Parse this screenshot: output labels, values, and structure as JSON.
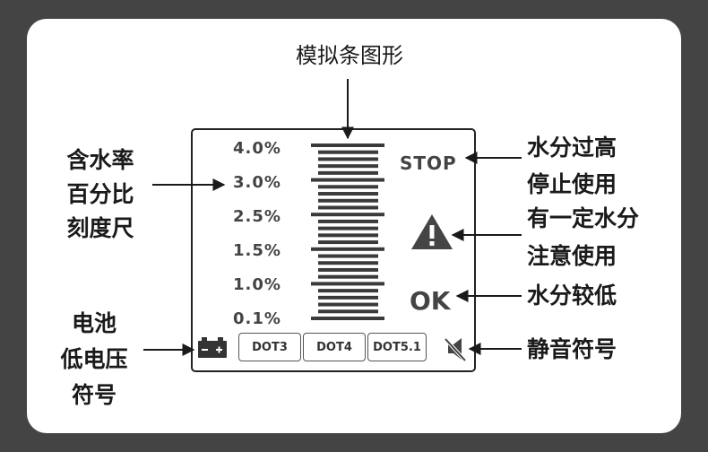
{
  "title": "模拟条图形",
  "scale_label": [
    "含水率",
    "百分比",
    "刻度尺"
  ],
  "scale_values": [
    "4.0%",
    "3.0%",
    "2.5%",
    "1.5%",
    "1.0%",
    "0.1%"
  ],
  "display": {
    "stop_text": "STOP",
    "ok_text": "OK",
    "warning_icon": "warning-triangle-icon",
    "battery_icon": "battery-icon",
    "mute_icon": "speaker-muted-icon",
    "dot_buttons": [
      "DOT3",
      "DOT4",
      "DOT5.1"
    ]
  },
  "right_labels": {
    "stop": [
      "水分过高",
      "停止使用"
    ],
    "warning": [
      "有一定水分",
      "注意使用"
    ],
    "ok": "水分较低",
    "mute": "静音符号"
  },
  "battery_label": [
    "电池",
    "低电压",
    "符号"
  ],
  "colors": {
    "background": "#444444",
    "card": "#ffffff",
    "text": "#1a1a1a",
    "display_text": "#444444"
  }
}
